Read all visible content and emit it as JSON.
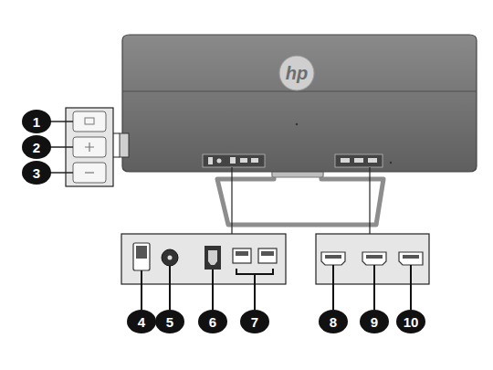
{
  "diagram": {
    "labels": [
      "hp",
      "1",
      "2",
      "3",
      "4",
      "5",
      "6",
      "7",
      "8",
      "9",
      "10"
    ]
  }
}
